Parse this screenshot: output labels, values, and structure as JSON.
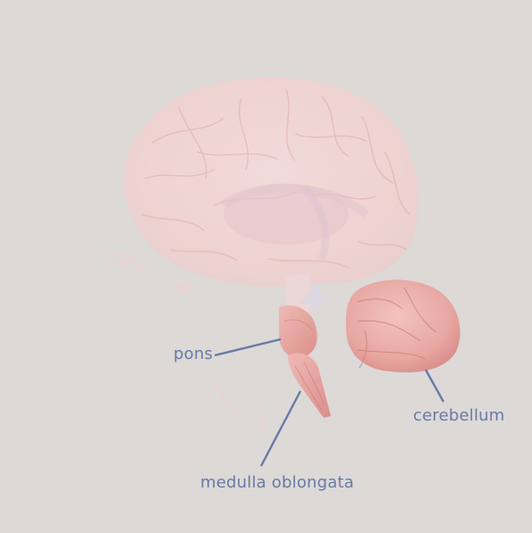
{
  "labels": {
    "pons": "pons",
    "cerebellum": "cerebellum",
    "medulla": "medulla oblongata"
  },
  "colors": {
    "background": "#dcd9d7",
    "leader_line": "#6a7aa6",
    "label_text": "#6a7aa6",
    "cerebrum_ghost": "#f1d6d4",
    "brainstem": "#e6a3a0",
    "cerebellum": "#eab0ab"
  }
}
